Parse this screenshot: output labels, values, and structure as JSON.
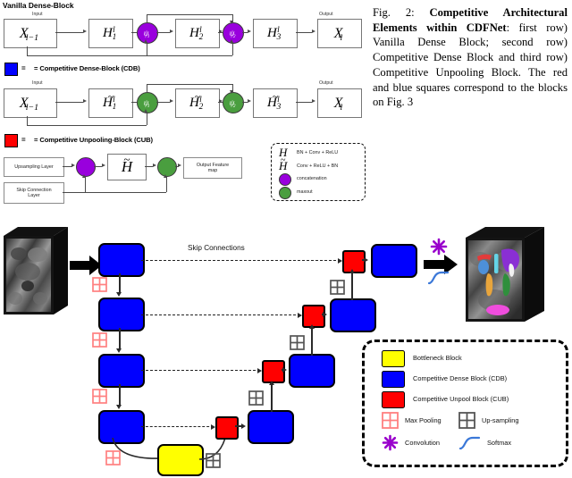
{
  "figure": {
    "caption_number": "Fig. 2:",
    "caption_bold": "Competitive Architectural Elements within CDFNet",
    "caption_rest": ": first row) Vanilla Dense Block; second row) Competitive Dense Block and third row) Competitive Unpooling Block. The red and blue squares correspond to the blocks on Fig. 3"
  },
  "row1": {
    "title": "Vanilla Dense-Block",
    "input_label": "Input",
    "output_label": "Output",
    "nodes": [
      {
        "name": "input-tensor",
        "base": "X",
        "sub": "l-1"
      },
      {
        "name": "h1",
        "base": "H",
        "sup": "l",
        "sub": "1"
      },
      {
        "name": "h2",
        "base": "H",
        "sup": "l",
        "sub": "2"
      },
      {
        "name": "h3",
        "base": "H",
        "sup": "l",
        "sub": "3"
      },
      {
        "name": "output-tensor",
        "base": "X",
        "sub": "l"
      }
    ],
    "ops": [
      {
        "name": "psi1",
        "base": "ψ",
        "sub": "1",
        "color": "#9900dd",
        "kind": "concatenation"
      },
      {
        "name": "psi2",
        "base": "ψ",
        "sub": "2",
        "color": "#9900dd",
        "kind": "concatenation"
      }
    ]
  },
  "key_cdb": {
    "label": "= Competitive Dense-Block (CDB)",
    "color": "#0000ff"
  },
  "key_cub": {
    "label": "= Competitive Unpooling-Block (CUB)",
    "color": "#ff0000"
  },
  "row2": {
    "input_label": "Input",
    "output_label": "Output",
    "nodes": [
      {
        "name": "input-tensor",
        "base": "X",
        "sub": "l-1"
      },
      {
        "name": "h1-tilde",
        "base": "H",
        "sup": "l",
        "sub": "1",
        "tilde": true
      },
      {
        "name": "h2-tilde",
        "base": "H",
        "sup": "l",
        "sub": "2",
        "tilde": true
      },
      {
        "name": "h3-tilde",
        "base": "H",
        "sup": "l",
        "sub": "3",
        "tilde": true
      },
      {
        "name": "output-tensor",
        "base": "X",
        "sub": "l"
      }
    ],
    "ops": [
      {
        "name": "psi1",
        "base": "ψ",
        "sub": "1",
        "color": "#4a9e3f",
        "kind": "maxout"
      },
      {
        "name": "psi2",
        "base": "ψ",
        "sub": "2",
        "color": "#4a9e3f",
        "kind": "maxout"
      }
    ]
  },
  "row3": {
    "boxes": [
      {
        "name": "upsampling-layer",
        "label": "Upsampling Layer"
      },
      {
        "name": "skip-connection-layer",
        "label": "Skip Connection\nLayer"
      },
      {
        "name": "output-feature-map",
        "label": "Output Feature\nmap"
      }
    ],
    "h_tilde": {
      "base": "H",
      "tilde": true
    },
    "ops": [
      {
        "name": "concat-node",
        "color": "#9900dd",
        "kind": "concatenation"
      },
      {
        "name": "maxout-node",
        "color": "#4a9e3f",
        "kind": "maxout"
      }
    ]
  },
  "symbol_legend": {
    "entries": [
      {
        "name": "h-symbol",
        "symbol": "H",
        "tilde": false,
        "text": "BN + Conv + ReLU"
      },
      {
        "name": "h-tilde-symbol",
        "symbol": "H",
        "tilde": true,
        "text": "Conv + ReLU + BN"
      },
      {
        "name": "concatenation-dot",
        "color": "#9900dd",
        "text": "concatenation"
      },
      {
        "name": "maxout-dot",
        "color": "#4a9e3f",
        "text": "maxout"
      }
    ]
  },
  "network": {
    "skip_connections_label": "Skip Connections",
    "encoder_blocks": 4,
    "decoder_blocks": 4,
    "bottleneck_blocks": 1,
    "unpool_blocks": 4,
    "maxpool_icons": 4,
    "upsample_icons": 4,
    "input_volume_name": "input-mri-volume",
    "output_volume_name": "segmented-mri-volume",
    "colors": {
      "cdb": "#0000ff",
      "cub": "#ff0000",
      "bottleneck": "#ffff00",
      "maxpool": "#ff8080",
      "upsample": "#555555",
      "convolution": "#9900cc",
      "softmax": "#3b78d8"
    },
    "legend": {
      "items": [
        {
          "name": "legend-bottleneck",
          "color": "#ffff00",
          "label": "Bottleneck Block"
        },
        {
          "name": "legend-cdb",
          "color": "#0000ff",
          "label": "Competitive Dense Block (CDB)"
        },
        {
          "name": "legend-cub",
          "color": "#ff0000",
          "label": "Competitive Unpool Block (CUB)"
        },
        {
          "name": "legend-maxpool",
          "color": "#ff8080",
          "label": "Max Pooling"
        },
        {
          "name": "legend-upsampling",
          "color": "#555555",
          "label": "Up-sampling"
        },
        {
          "name": "legend-convolution",
          "color": "#9900cc",
          "label": "Convolution"
        },
        {
          "name": "legend-softmax",
          "color": "#3b78d8",
          "label": "Softmax"
        }
      ]
    }
  }
}
